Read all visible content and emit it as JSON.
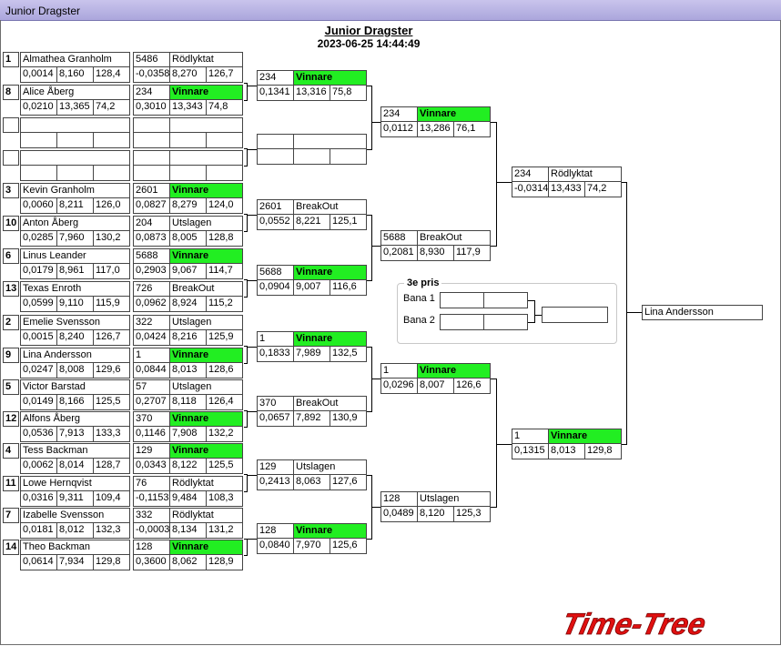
{
  "window": {
    "title": "Junior Dragster"
  },
  "event": {
    "title": "Junior Dragster",
    "datetime": "2023-06-25 14:44:49"
  },
  "round1": [
    {
      "seed": "1",
      "name": "Almathea Granholm",
      "rt": "0,0014",
      "et": "8,160",
      "speed": "128,4",
      "lane_id": "5486",
      "result": "Rödlyktat",
      "rt2": "-0,0358",
      "et2": "8,270",
      "speed2": "126,7"
    },
    {
      "seed": "8",
      "name": "Alice Åberg",
      "rt": "0,0210",
      "et": "13,365",
      "speed": "74,2",
      "lane_id": "234",
      "result": "Vinnare",
      "rt2": "0,3010",
      "et2": "13,343",
      "speed2": "74,8"
    },
    {
      "seed": "",
      "name": "",
      "rt": "",
      "et": "",
      "speed": "",
      "lane_id": "",
      "result": "",
      "rt2": "",
      "et2": "",
      "speed2": ""
    },
    {
      "seed": "",
      "name": "",
      "rt": "",
      "et": "",
      "speed": "",
      "lane_id": "",
      "result": "",
      "rt2": "",
      "et2": "",
      "speed2": ""
    },
    {
      "seed": "3",
      "name": "Kevin Granholm",
      "rt": "0,0060",
      "et": "8,211",
      "speed": "126,0",
      "lane_id": "2601",
      "result": "Vinnare",
      "rt2": "0,0827",
      "et2": "8,279",
      "speed2": "124,0"
    },
    {
      "seed": "10",
      "name": "Anton Åberg",
      "rt": "0,0285",
      "et": "7,960",
      "speed": "130,2",
      "lane_id": "204",
      "result": "Utslagen",
      "rt2": "0,0873",
      "et2": "8,005",
      "speed2": "128,8"
    },
    {
      "seed": "6",
      "name": "Linus Leander",
      "rt": "0,0179",
      "et": "8,961",
      "speed": "117,0",
      "lane_id": "5688",
      "result": "Vinnare",
      "rt2": "0,2903",
      "et2": "9,067",
      "speed2": "114,7"
    },
    {
      "seed": "13",
      "name": "Texas Enroth",
      "rt": "0,0599",
      "et": "9,110",
      "speed": "115,9",
      "lane_id": "726",
      "result": "BreakOut",
      "rt2": "0,0962",
      "et2": "8,924",
      "speed2": "115,2"
    },
    {
      "seed": "2",
      "name": "Emelie  Svensson",
      "rt": "0,0015",
      "et": "8,240",
      "speed": "126,7",
      "lane_id": "322",
      "result": "Utslagen",
      "rt2": "0,0424",
      "et2": "8,216",
      "speed2": "125,9"
    },
    {
      "seed": "9",
      "name": "Lina Andersson",
      "rt": "0,0247",
      "et": "8,008",
      "speed": "129,6",
      "lane_id": "1",
      "result": "Vinnare",
      "rt2": "0,0844",
      "et2": "8,013",
      "speed2": "128,6"
    },
    {
      "seed": "5",
      "name": "Victor Barstad",
      "rt": "0,0149",
      "et": "8,166",
      "speed": "125,5",
      "lane_id": "57",
      "result": "Utslagen",
      "rt2": "0,2707",
      "et2": "8,118",
      "speed2": "126,4"
    },
    {
      "seed": "12",
      "name": "Alfons Åberg",
      "rt": "0,0536",
      "et": "7,913",
      "speed": "133,3",
      "lane_id": "370",
      "result": "Vinnare",
      "rt2": "0,1146",
      "et2": "7,908",
      "speed2": "132,2"
    },
    {
      "seed": "4",
      "name": "Tess Backman",
      "rt": "0,0062",
      "et": "8,014",
      "speed": "128,7",
      "lane_id": "129",
      "result": "Vinnare",
      "rt2": "0,0343",
      "et2": "8,122",
      "speed2": "125,5"
    },
    {
      "seed": "11",
      "name": "Lowe Hernqvist",
      "rt": "0,0316",
      "et": "9,311",
      "speed": "109,4",
      "lane_id": "76",
      "result": "Rödlyktat",
      "rt2": "-0,1153",
      "et2": "9,484",
      "speed2": "108,3"
    },
    {
      "seed": "7",
      "name": "Izabelle Svensson",
      "rt": "0,0181",
      "et": "8,012",
      "speed": "132,3",
      "lane_id": "332",
      "result": "Rödlyktat",
      "rt2": "-0,0003",
      "et2": "8,134",
      "speed2": "131,2"
    },
    {
      "seed": "14",
      "name": "Theo Backman",
      "rt": "0,0614",
      "et": "7,934",
      "speed": "129,8",
      "lane_id": "128",
      "result": "Vinnare",
      "rt2": "0,3600",
      "et2": "8,062",
      "speed2": "128,9"
    }
  ],
  "round2": [
    {
      "lane_id": "234",
      "result": "Vinnare",
      "rt": "0,1341",
      "et": "13,316",
      "speed": "75,8"
    },
    {
      "lane_id": "",
      "result": "",
      "rt": "",
      "et": "",
      "speed": ""
    },
    {
      "lane_id": "2601",
      "result": "BreakOut",
      "rt": "0,0552",
      "et": "8,221",
      "speed": "125,1"
    },
    {
      "lane_id": "5688",
      "result": "Vinnare",
      "rt": "0,0904",
      "et": "9,007",
      "speed": "116,6"
    },
    {
      "lane_id": "1",
      "result": "Vinnare",
      "rt": "0,1833",
      "et": "7,989",
      "speed": "132,5"
    },
    {
      "lane_id": "370",
      "result": "BreakOut",
      "rt": "0,0657",
      "et": "7,892",
      "speed": "130,9"
    },
    {
      "lane_id": "129",
      "result": "Utslagen",
      "rt": "0,2413",
      "et": "8,063",
      "speed": "127,6"
    },
    {
      "lane_id": "128",
      "result": "Vinnare",
      "rt": "0,0840",
      "et": "7,970",
      "speed": "125,6"
    }
  ],
  "round3": [
    {
      "lane_id": "234",
      "result": "Vinnare",
      "rt": "0,0112",
      "et": "13,286",
      "speed": "76,1"
    },
    {
      "lane_id": "5688",
      "result": "BreakOut",
      "rt": "0,2081",
      "et": "8,930",
      "speed": "117,9"
    },
    {
      "lane_id": "1",
      "result": "Vinnare",
      "rt": "0,0296",
      "et": "8,007",
      "speed": "126,6"
    },
    {
      "lane_id": "128",
      "result": "Utslagen",
      "rt": "0,0489",
      "et": "8,120",
      "speed": "125,3"
    }
  ],
  "round4": [
    {
      "lane_id": "234",
      "result": "Rödlyktat",
      "rt": "-0,0314",
      "et": "13,433",
      "speed": "74,2"
    },
    {
      "lane_id": "1",
      "result": "Vinnare",
      "rt": "0,1315",
      "et": "8,013",
      "speed": "129,8"
    }
  ],
  "final": {
    "winner": "Lina Andersson"
  },
  "third_place": {
    "title": "3e pris",
    "lane1_label": "Bana 1",
    "lane2_label": "Bana 2"
  },
  "brand": {
    "logo_text": "Time-Tree"
  },
  "colors": {
    "winner_highlight": "#22ee22",
    "logo_red": "#e01010"
  }
}
